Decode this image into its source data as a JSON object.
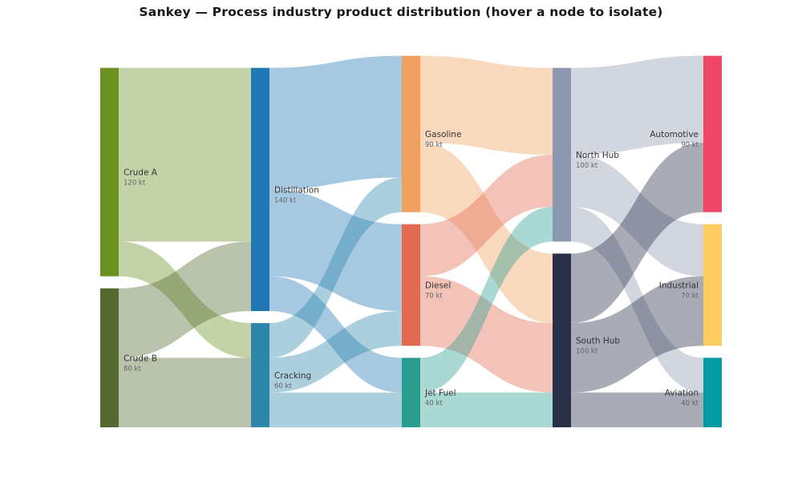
{
  "title": "Sankey — Process industry product distribution (hover a node to isolate)",
  "chart_data": {
    "type": "sankey",
    "title": "Sankey — Process industry product distribution (hover a node to isolate)",
    "unit": "kt",
    "background": "#ffffff",
    "flow_opacity": 0.4,
    "legend": "none",
    "nodes": [
      {
        "id": "Crude A",
        "label": "Crude A",
        "value": 120,
        "value_label": "120 kt",
        "column": 0,
        "color": "#6b9122"
      },
      {
        "id": "Crude B",
        "label": "Crude B",
        "value": 80,
        "value_label": "80 kt",
        "column": 0,
        "color": "#53692e"
      },
      {
        "id": "Distillation",
        "label": "Distillation",
        "value": 140,
        "value_label": "140 kt",
        "column": 1,
        "color": "#2077b4"
      },
      {
        "id": "Cracking",
        "label": "Cracking",
        "value": 60,
        "value_label": "60 kt",
        "column": 1,
        "color": "#2e86ab"
      },
      {
        "id": "Gasoline",
        "label": "Gasoline",
        "value": 90,
        "value_label": "90 kt",
        "column": 2,
        "color": "#f0a05c"
      },
      {
        "id": "Diesel",
        "label": "Diesel",
        "value": 70,
        "value_label": "70 kt",
        "column": 2,
        "color": "#e16a50"
      },
      {
        "id": "Jet Fuel",
        "label": "Jet Fuel",
        "value": 40,
        "value_label": "40 kt",
        "column": 2,
        "color": "#2a9d8e"
      },
      {
        "id": "North Hub",
        "label": "North Hub",
        "value": 100,
        "value_label": "100 kt",
        "column": 3,
        "color": "#8b98af"
      },
      {
        "id": "South Hub",
        "label": "South Hub",
        "value": 100,
        "value_label": "100 kt",
        "column": 3,
        "color": "#293048"
      },
      {
        "id": "Automotive",
        "label": "Automotive",
        "value": 90,
        "value_label": "90 kt",
        "column": 4,
        "color": "#ee4568"
      },
      {
        "id": "Industrial",
        "label": "Industrial",
        "value": 70,
        "value_label": "70 kt",
        "column": 4,
        "color": "#fdcd62"
      },
      {
        "id": "Aviation",
        "label": "Aviation",
        "value": 40,
        "value_label": "40 kt",
        "column": 4,
        "color": "#069aa2"
      }
    ],
    "links": [
      {
        "source": "Crude A",
        "target": "Distillation",
        "value": 100
      },
      {
        "source": "Crude A",
        "target": "Cracking",
        "value": 20
      },
      {
        "source": "Crude B",
        "target": "Distillation",
        "value": 40
      },
      {
        "source": "Crude B",
        "target": "Cracking",
        "value": 40
      },
      {
        "source": "Distillation",
        "target": "Gasoline",
        "value": 70
      },
      {
        "source": "Distillation",
        "target": "Diesel",
        "value": 50
      },
      {
        "source": "Distillation",
        "target": "Jet Fuel",
        "value": 20
      },
      {
        "source": "Cracking",
        "target": "Gasoline",
        "value": 20
      },
      {
        "source": "Cracking",
        "target": "Diesel",
        "value": 20
      },
      {
        "source": "Cracking",
        "target": "Jet Fuel",
        "value": 20
      },
      {
        "source": "Gasoline",
        "target": "North Hub",
        "value": 50
      },
      {
        "source": "Gasoline",
        "target": "South Hub",
        "value": 40
      },
      {
        "source": "Diesel",
        "target": "North Hub",
        "value": 30
      },
      {
        "source": "Diesel",
        "target": "South Hub",
        "value": 40
      },
      {
        "source": "Jet Fuel",
        "target": "North Hub",
        "value": 20
      },
      {
        "source": "Jet Fuel",
        "target": "South Hub",
        "value": 20
      },
      {
        "source": "North Hub",
        "target": "Automotive",
        "value": 50
      },
      {
        "source": "North Hub",
        "target": "Industrial",
        "value": 30
      },
      {
        "source": "North Hub",
        "target": "Aviation",
        "value": 20
      },
      {
        "source": "South Hub",
        "target": "Automotive",
        "value": 40
      },
      {
        "source": "South Hub",
        "target": "Industrial",
        "value": 40
      },
      {
        "source": "South Hub",
        "target": "Aviation",
        "value": 20
      }
    ]
  }
}
